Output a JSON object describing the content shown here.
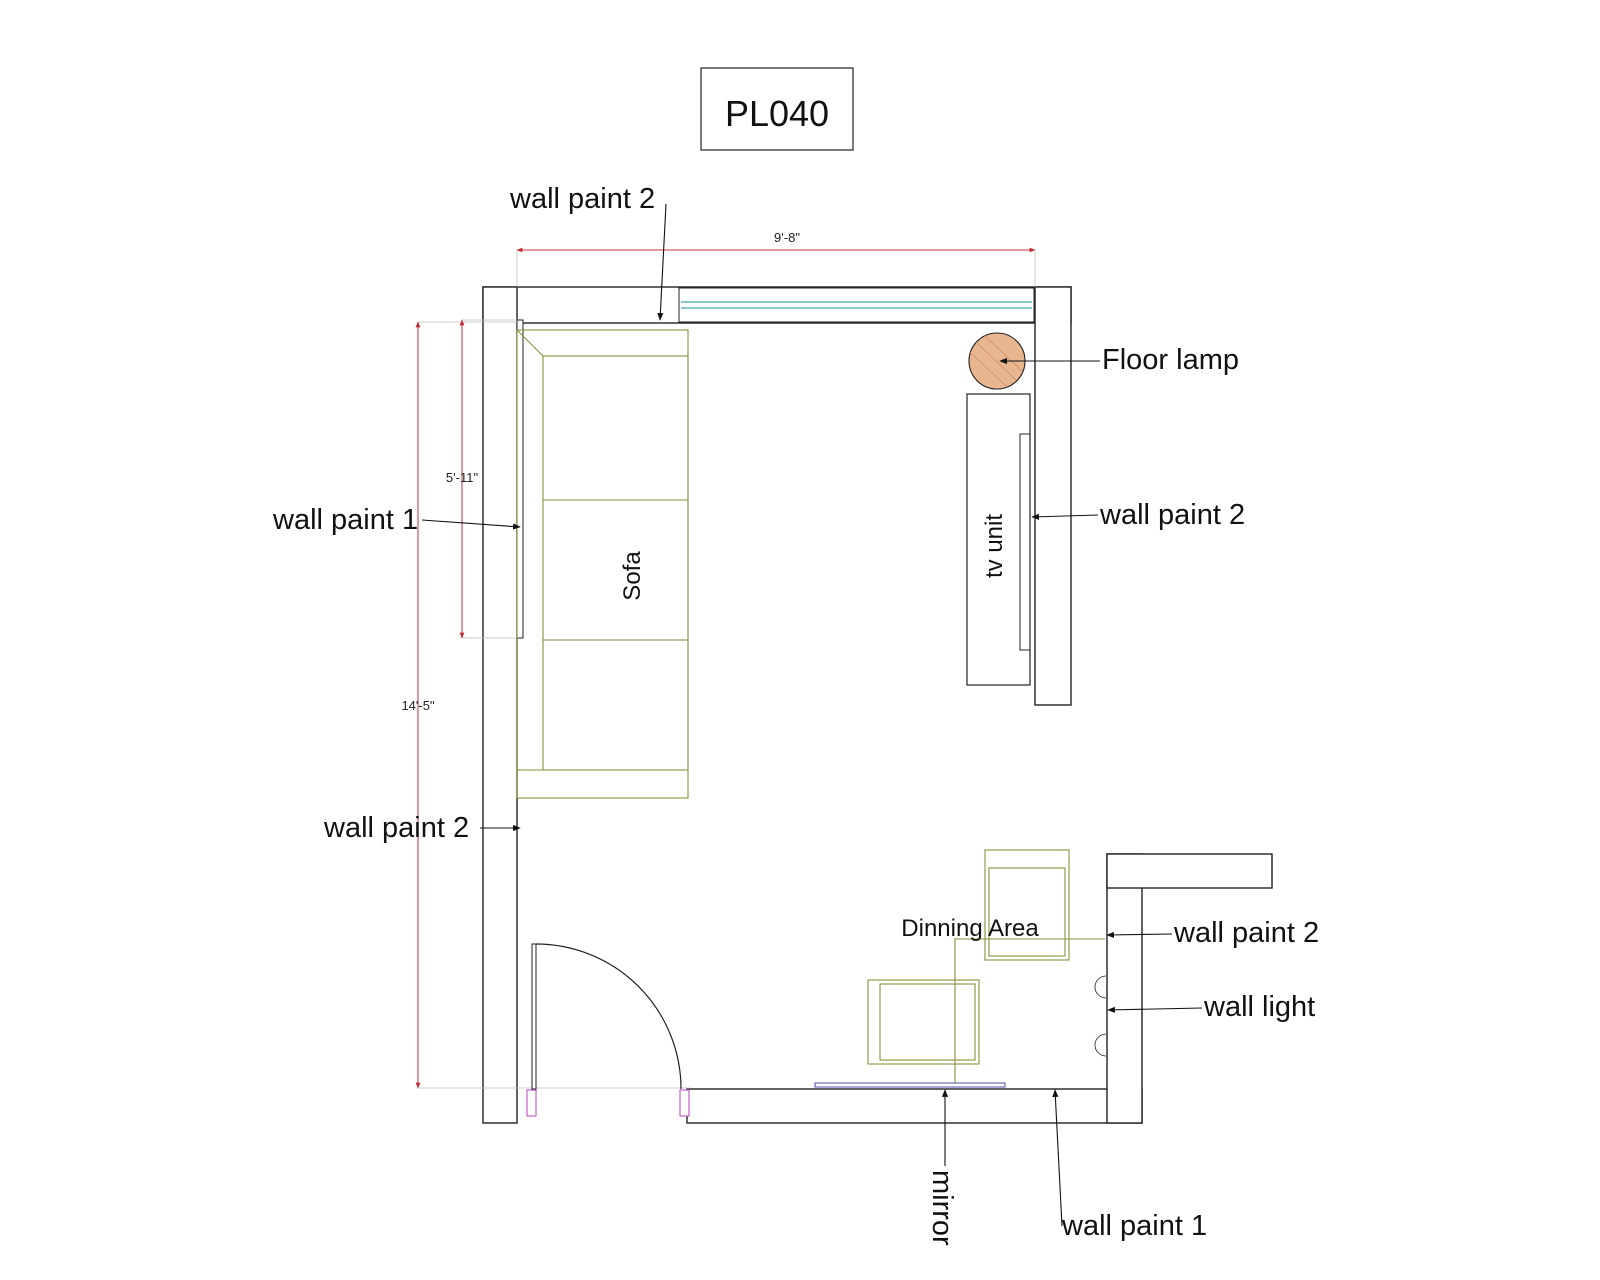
{
  "title": "PL040",
  "dimensions": {
    "top_width": "9'-8\"",
    "left_height": "14'-5\"",
    "sofa_wall": "5'-11\""
  },
  "furniture": {
    "sofa": "Sofa",
    "tv_unit": "tv unit",
    "dining": "Dinning Area"
  },
  "callouts": {
    "top_wall": "wall paint 2",
    "floor_lamp": "Floor lamp",
    "left_wall_1": "wall paint 1",
    "right_wall": "wall paint 2",
    "left_wall_2": "wall paint 2",
    "dining_wall": "wall paint 2",
    "wall_light": "wall light",
    "mirror": "mirror",
    "bottom_wall": "wall paint 1"
  },
  "colors": {
    "dimension_line": "#c0303a",
    "furniture_outline": "#8a8f3a",
    "floor_lamp_fill": "#e9b78f",
    "window_line": "#4aa3b5",
    "wall_light": "#d9b933",
    "door_hinge": "#c050c0",
    "mirror": "#4a4ab0"
  }
}
